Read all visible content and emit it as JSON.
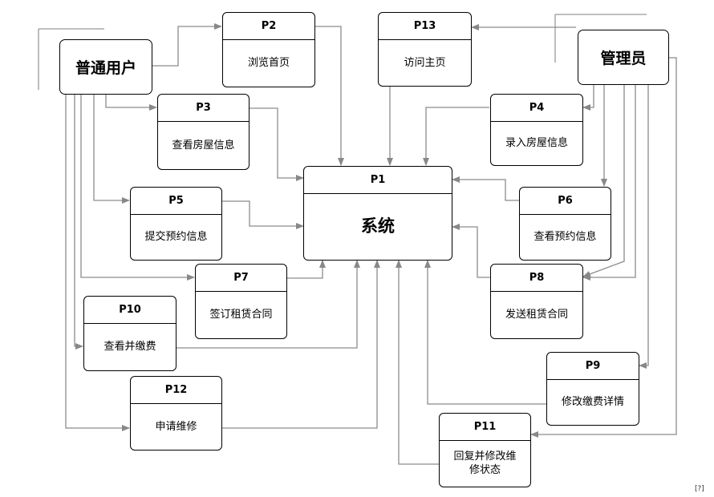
{
  "actors": {
    "user": "普通用户",
    "admin": "管理员"
  },
  "processes": {
    "p1": {
      "id": "P1",
      "label": "系统"
    },
    "p2": {
      "id": "P2",
      "label": "浏览首页"
    },
    "p3": {
      "id": "P3",
      "label": "查看房屋信息"
    },
    "p4": {
      "id": "P4",
      "label": "录入房屋信息"
    },
    "p5": {
      "id": "P5",
      "label": "提交预约信息"
    },
    "p6": {
      "id": "P6",
      "label": "查看预约信息"
    },
    "p7": {
      "id": "P7",
      "label": "签订租赁合同"
    },
    "p8": {
      "id": "P8",
      "label": "发送租赁合同"
    },
    "p9": {
      "id": "P9",
      "label": "修改缴费详情"
    },
    "p10": {
      "id": "P10",
      "label": "查看并缴费"
    },
    "p11": {
      "id": "P11",
      "label": "回复并修改维修状态"
    },
    "p12": {
      "id": "P12",
      "label": "申请维修"
    },
    "p13": {
      "id": "P13",
      "label": "访问主页"
    }
  },
  "corner_mark": "[?]"
}
